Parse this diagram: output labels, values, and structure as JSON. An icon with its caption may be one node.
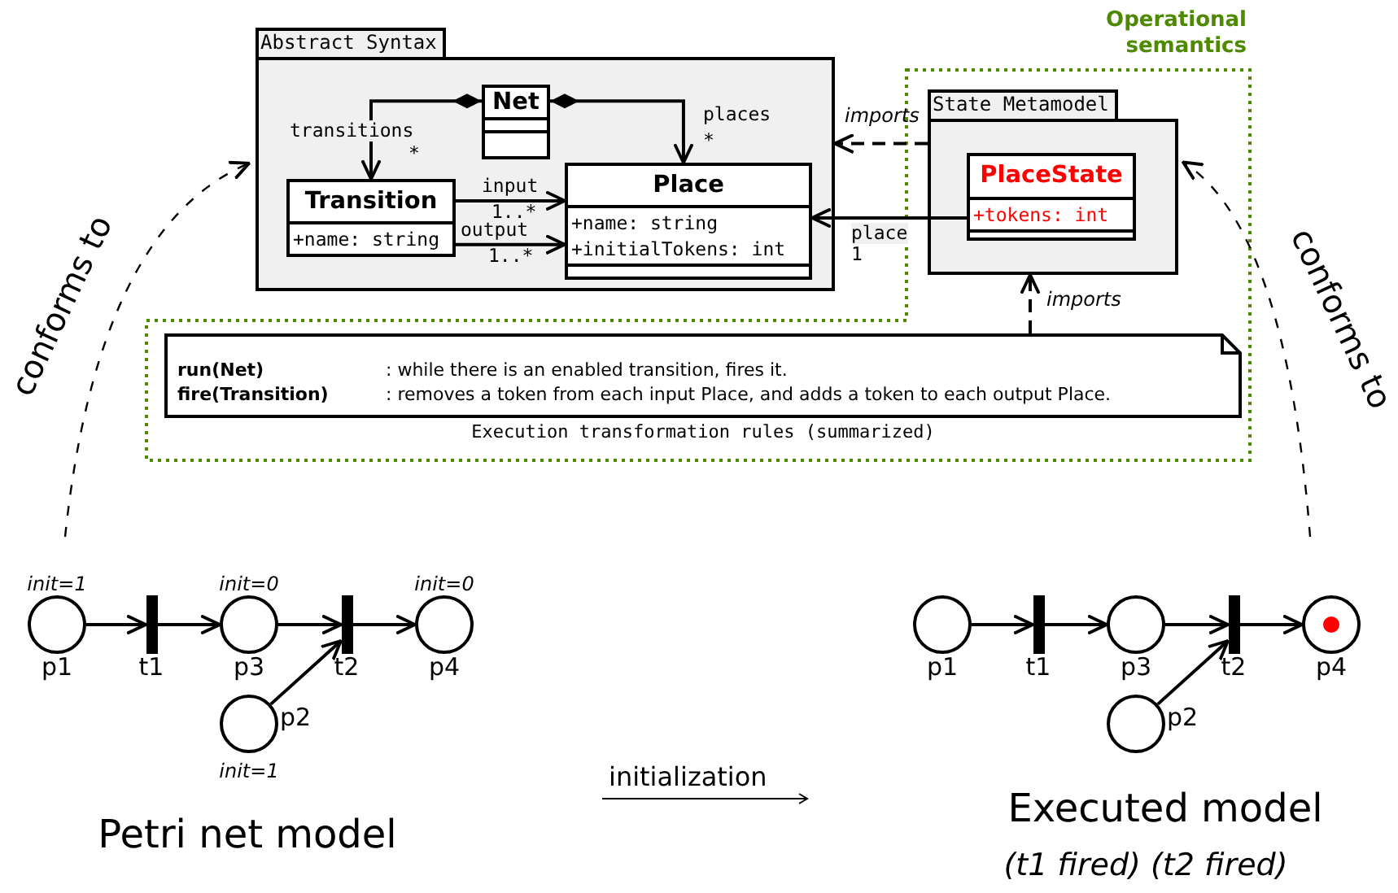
{
  "diagram": {
    "nodes": [
      {
        "text": [
          "Operational semantics"
        ]
      },
      {
        "text": [
          "Abstract Syntax"
        ]
      },
      {
        "text": [
          "Net"
        ],
        "in": 1
      },
      {
        "text": [
          "Transition",
          "+name: string"
        ],
        "in": 1
      },
      {
        "text": [
          "Place",
          "+name: string",
          "+initialTokens: int"
        ],
        "in": 1
      },
      {
        "text": [
          "State Metamodel"
        ],
        "in": 0
      },
      {
        "text": [
          "PlaceState",
          "+tokens: int"
        ],
        "in": 5
      },
      {
        "text": [
          "run(Net)",
          ": while there is an enabled transition, fires it.",
          "fire(Transition)",
          ": removes a token from each input Place, and adds a token to each output Place.",
          "Execution transformation rules (summarized)"
        ],
        "in": 0
      },
      {
        "text": [
          "p1"
        ],
        "beside": [
          "init=1"
        ]
      },
      {
        "text": [
          "t1"
        ]
      },
      {
        "text": [
          "p3"
        ],
        "beside": [
          "init=0"
        ]
      },
      {
        "text": [
          "t2"
        ]
      },
      {
        "text": [
          "p4"
        ],
        "beside": [
          "init=0"
        ]
      },
      {
        "text": [
          "p2"
        ],
        "beside": [
          "init=1"
        ]
      },
      {
        "text": [
          "p1"
        ]
      },
      {
        "text": [
          "t1"
        ]
      },
      {
        "text": [
          "p3"
        ]
      },
      {
        "text": [
          "t2"
        ]
      },
      {
        "text": [
          "p4"
        ]
      },
      {
        "text": [
          "p2"
        ]
      }
    ],
    "edges": [
      {
        "from": 2,
        "to": 3,
        "arrow": "to",
        "label": "transitions"
      },
      {
        "from": 2,
        "to": 4,
        "arrow": "to",
        "label": "places"
      },
      {
        "from": 3,
        "to": 4,
        "arrow": "to",
        "label": "input"
      },
      {
        "from": 3,
        "to": 4,
        "arrow": "to",
        "label": "output"
      },
      {
        "from": 6,
        "to": 4,
        "arrow": "to",
        "label": "place"
      },
      {
        "from": 5,
        "to": 1,
        "arrow": "to",
        "label": "imports",
        "style": "dashed"
      },
      {
        "from": 7,
        "to": 5,
        "arrow": "to",
        "label": "imports",
        "style": "dashed"
      },
      {
        "from": null,
        "to": 1,
        "arrow": "to",
        "label": "conforms to",
        "style": "dashed"
      },
      {
        "from": null,
        "to": 5,
        "arrow": "to",
        "label": "conforms to",
        "style": "dashed"
      },
      {
        "from": 8,
        "to": 9,
        "arrow": "to"
      },
      {
        "from": 9,
        "to": 10,
        "arrow": "to"
      },
      {
        "from": 10,
        "to": 11,
        "arrow": "to"
      },
      {
        "from": 13,
        "to": 11,
        "arrow": "to"
      },
      {
        "from": 11,
        "to": 12,
        "arrow": "to"
      },
      {
        "from": 14,
        "to": 15,
        "arrow": "to"
      },
      {
        "from": 15,
        "to": 16,
        "arrow": "to"
      },
      {
        "from": 16,
        "to": 17,
        "arrow": "to"
      },
      {
        "from": 19,
        "to": 17,
        "arrow": "to"
      },
      {
        "from": 17,
        "to": 18,
        "arrow": "to"
      }
    ],
    "labels": [
      "*",
      "*",
      "1..*",
      "1..*",
      "1",
      "Petri net model",
      "initialization",
      "Executed model",
      "(t1 fired) (t2 fired)"
    ]
  }
}
